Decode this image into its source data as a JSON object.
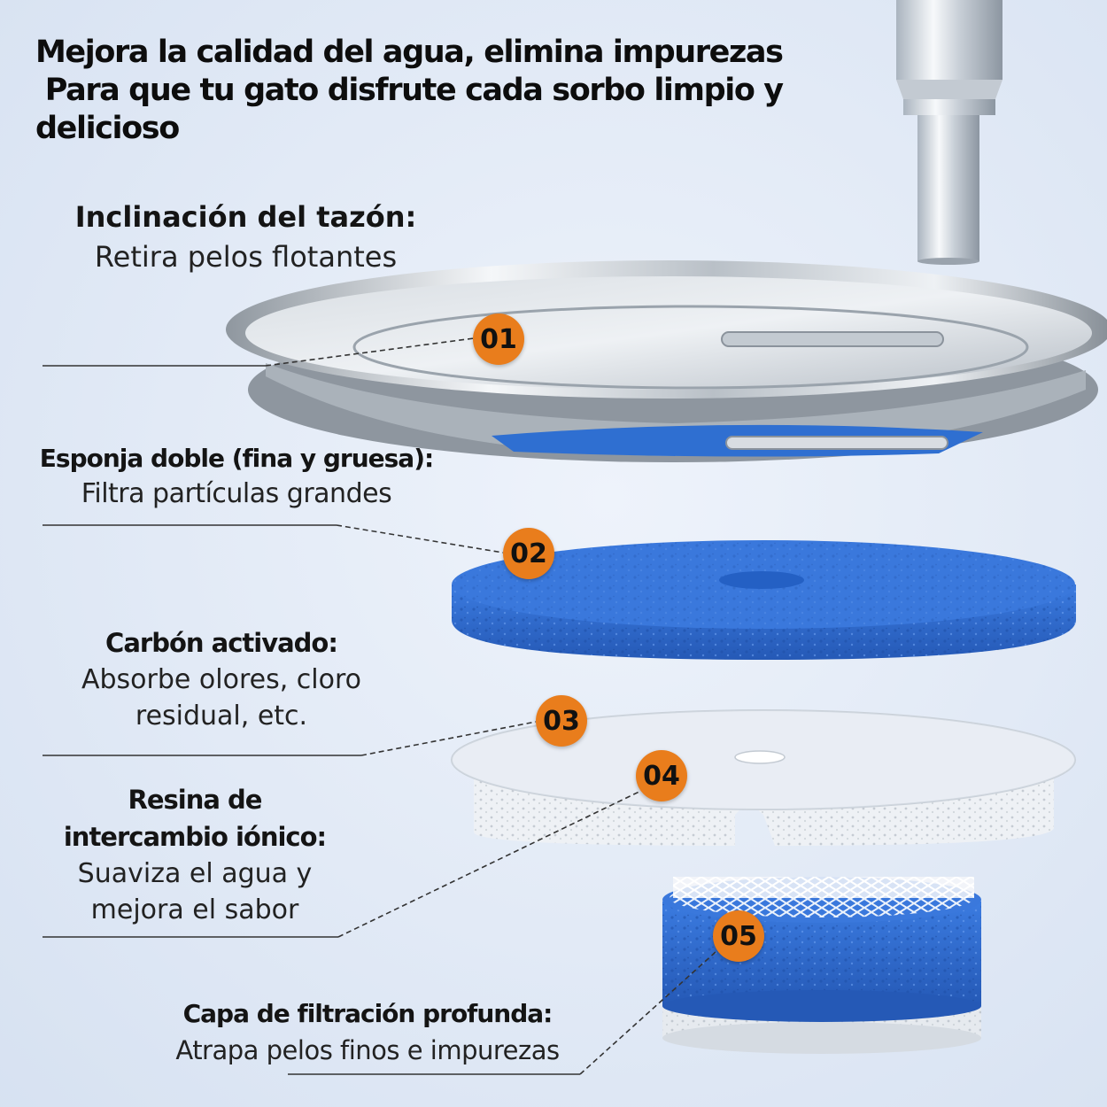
{
  "headline": {
    "line1": "Mejora la calidad del agua, elimina impurezas",
    "line2": " Para que tu gato disfrute cada sorbo limpio y",
    "line3": "delicioso"
  },
  "layers": [
    {
      "number": "01",
      "title": "Inclinación del tazón:",
      "desc": "Retira pelos flotantes"
    },
    {
      "number": "02",
      "title": "Esponja doble (fina y gruesa):",
      "desc": "Filtra partículas grandes"
    },
    {
      "number": "03",
      "title": "Carbón activado:",
      "desc_lines": [
        "Absorbe olores, cloro",
        "residual, etc."
      ]
    },
    {
      "number": "04",
      "title_lines": [
        "Resina de",
        "intercambio iónico:"
      ],
      "desc_lines": [
        "Suaviza el agua y",
        "mejora el sabor"
      ]
    },
    {
      "number": "05",
      "title": "Capa de filtración profunda:",
      "desc": "Atrapa pelos finos e impurezas"
    }
  ],
  "colors": {
    "background": "#dfe8f5",
    "badge": "#e97d1c",
    "sponge_blue": "#2f6fd1",
    "steel": "#c9cfd6",
    "resin_white": "#eef1f5"
  }
}
